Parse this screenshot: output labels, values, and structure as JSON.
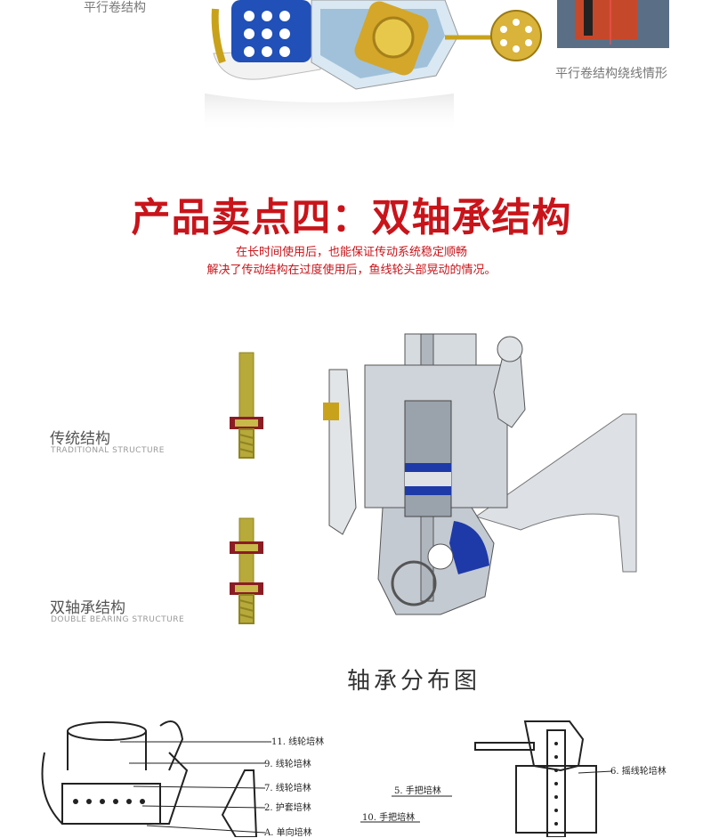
{
  "top": {
    "left_caption": "平行卷结构",
    "right_caption": "平行卷结构绕线情形"
  },
  "section": {
    "title": "产品卖点四：双轴承结构",
    "line1": "在长时间使用后，也能保证传动系统稳定顺畅",
    "line2": "解决了传动结构在过度使用后，鱼线轮头部晃动的情况。"
  },
  "structures": {
    "traditional": {
      "label": "传统结构",
      "english": "TRADITIONAL STRUCTURE"
    },
    "double": {
      "label": "双轴承结构",
      "english": "DOUBLE BEARING STRUCTURE"
    }
  },
  "diagram": {
    "title": "轴承分布图",
    "callouts_left": [
      "11. 线轮培林",
      "9. 线轮培林",
      "7. 线轮培林",
      "2. 护套培林",
      "A. 单向培林"
    ],
    "callouts_mid": [
      "5. 手把培林",
      "10. 手把培林"
    ],
    "callouts_right": [
      "6. 摇线轮培林"
    ]
  },
  "colors": {
    "accent": "#c8141a",
    "gold": "#c9a21b",
    "blue": "#1e3aa8",
    "maroon": "#8b1c24"
  }
}
